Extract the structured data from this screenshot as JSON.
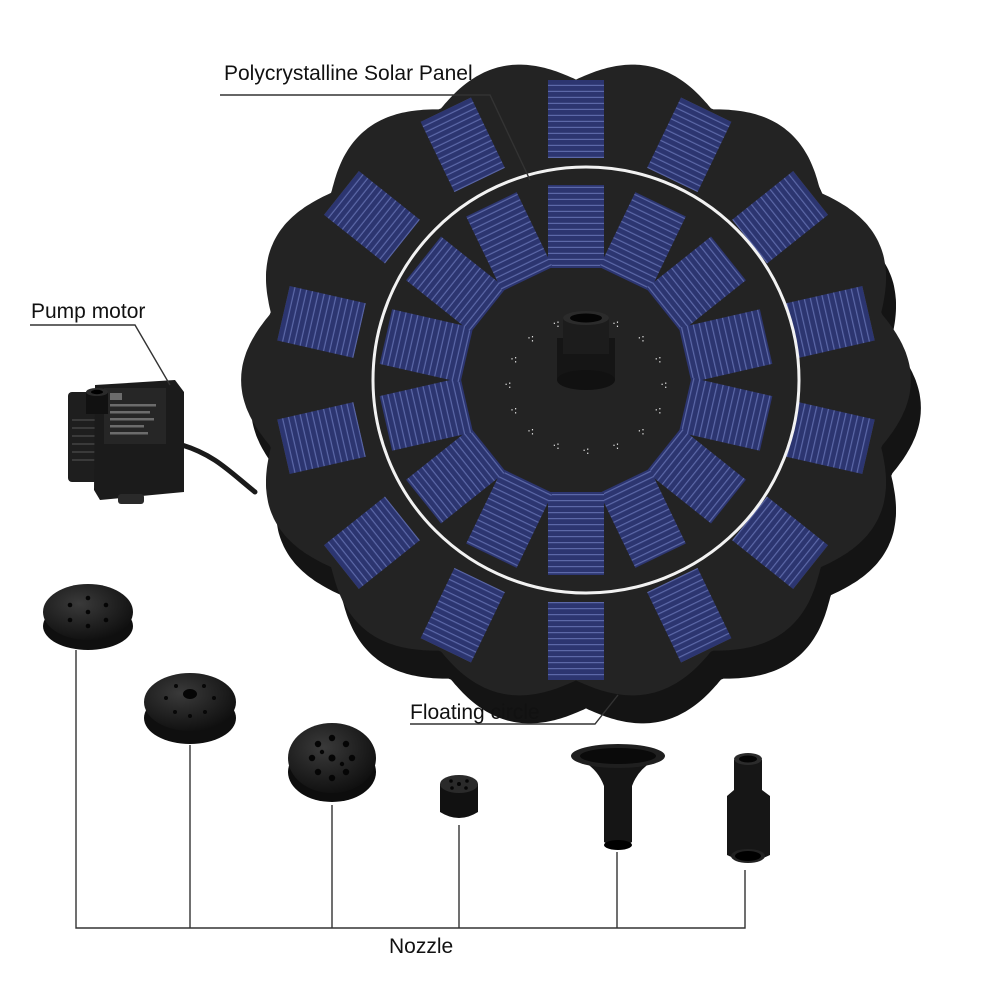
{
  "labels": {
    "solar_panel": "Polycrystalline Solar Panel",
    "pump_motor": "Pump motor",
    "floating_circle": "Floating circle",
    "nozzle": "Nozzle"
  },
  "colors": {
    "background": "#ffffff",
    "panel_body": "#222222",
    "panel_side": "#141414",
    "solar_cell": "#2c3570",
    "cell_line": "#5c68a8",
    "ring": "#f2f2f2",
    "leader_line": "#333333"
  }
}
